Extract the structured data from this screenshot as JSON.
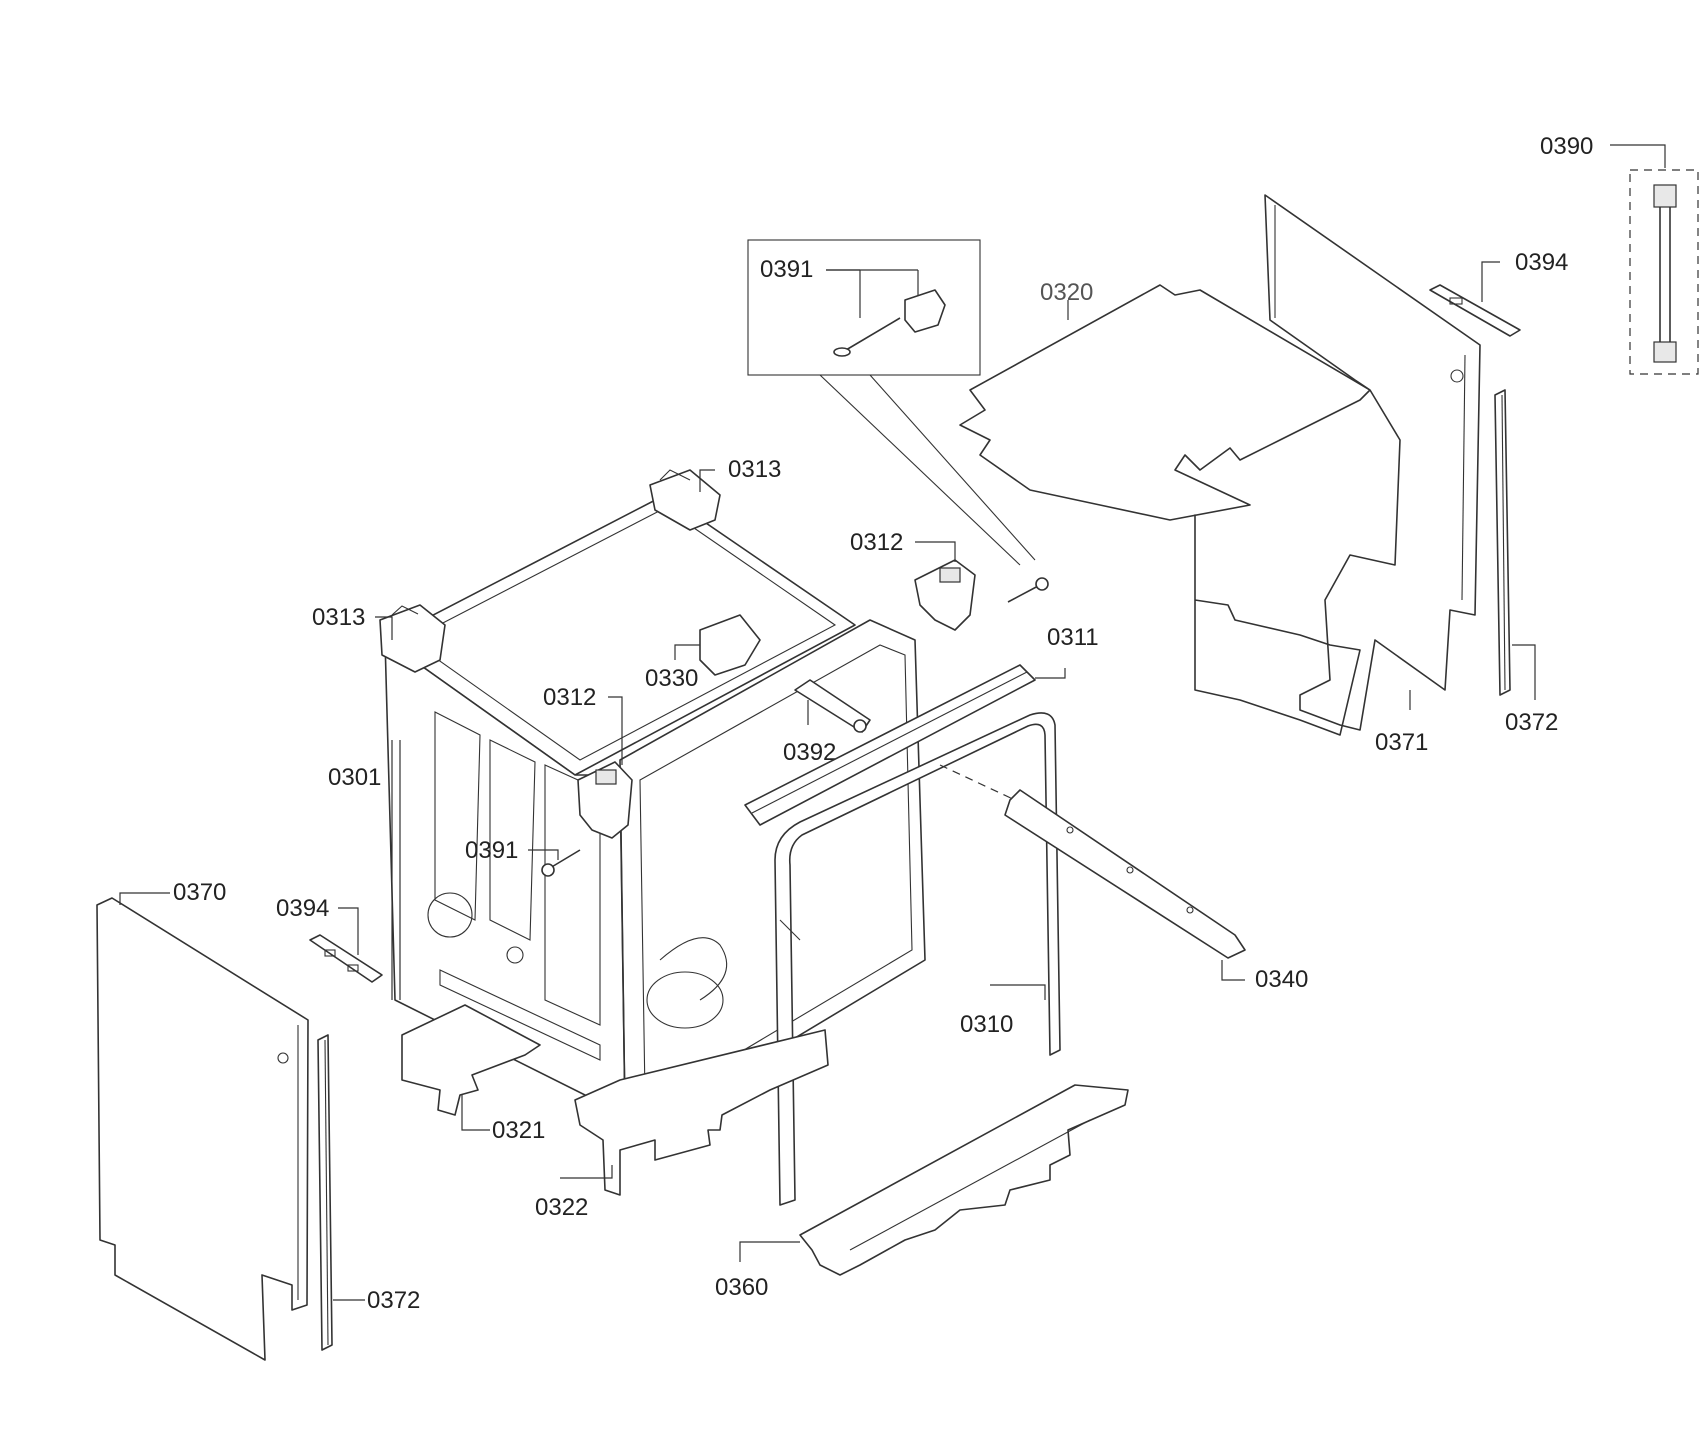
{
  "labels": {
    "p0390": "0390",
    "p0391_box": "0391",
    "p0320": "0320",
    "p0394_right": "0394",
    "p0313_top": "0313",
    "p0312_right": "0312",
    "p0311": "0311",
    "p0313_left": "0313",
    "p0330": "0330",
    "p0312_left": "0312",
    "p0392": "0392",
    "p0371": "0371",
    "p0372_right": "0372",
    "p0301": "0301",
    "p0391_left": "0391",
    "p0370": "0370",
    "p0394_left": "0394",
    "p0340": "0340",
    "p0310": "0310",
    "p0321": "0321",
    "p0322": "0322",
    "p0360": "0360",
    "p0372_left": "0372"
  }
}
